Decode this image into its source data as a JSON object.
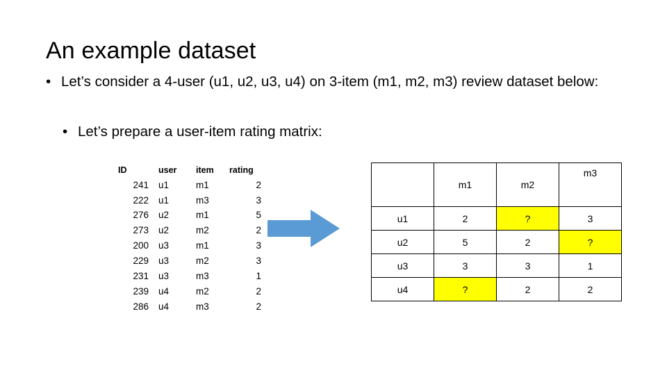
{
  "slide": {
    "title": "An example dataset",
    "bullets": [
      {
        "marker": "•",
        "text": "Let’s consider a 4-user (u1, u2, u3, u4) on 3-item (m1, m2, m3) review dataset below:"
      },
      {
        "marker": "•",
        "text": "Let’s prepare a user-item rating matrix:"
      }
    ]
  },
  "raw_table": {
    "headers": [
      "ID",
      "user",
      "item",
      "rating"
    ],
    "rows": [
      [
        "241",
        "u1",
        "m1",
        "2"
      ],
      [
        "222",
        "u1",
        "m3",
        "3"
      ],
      [
        "276",
        "u2",
        "m1",
        "5"
      ],
      [
        "273",
        "u2",
        "m2",
        "2"
      ],
      [
        "200",
        "u3",
        "m1",
        "3"
      ],
      [
        "229",
        "u3",
        "m2",
        "3"
      ],
      [
        "231",
        "u3",
        "m3",
        "1"
      ],
      [
        "239",
        "u4",
        "m2",
        "2"
      ],
      [
        "286",
        "u4",
        "m3",
        "2"
      ]
    ]
  },
  "matrix": {
    "corner": "",
    "column_headers": [
      "m1",
      "m2",
      "m3"
    ],
    "row_headers": [
      "u1",
      "u2",
      "u3",
      "u4"
    ],
    "cells": [
      [
        "2",
        "?",
        "3"
      ],
      [
        "5",
        "2",
        "?"
      ],
      [
        "3",
        "3",
        "1"
      ],
      [
        "?",
        "2",
        "2"
      ]
    ],
    "highlighted": [
      [
        0,
        1
      ],
      [
        1,
        2
      ],
      [
        3,
        0
      ]
    ],
    "highlight_color": "#ffff00"
  },
  "arrow": {
    "label": "right-arrow",
    "color": "#5b9bd5"
  }
}
